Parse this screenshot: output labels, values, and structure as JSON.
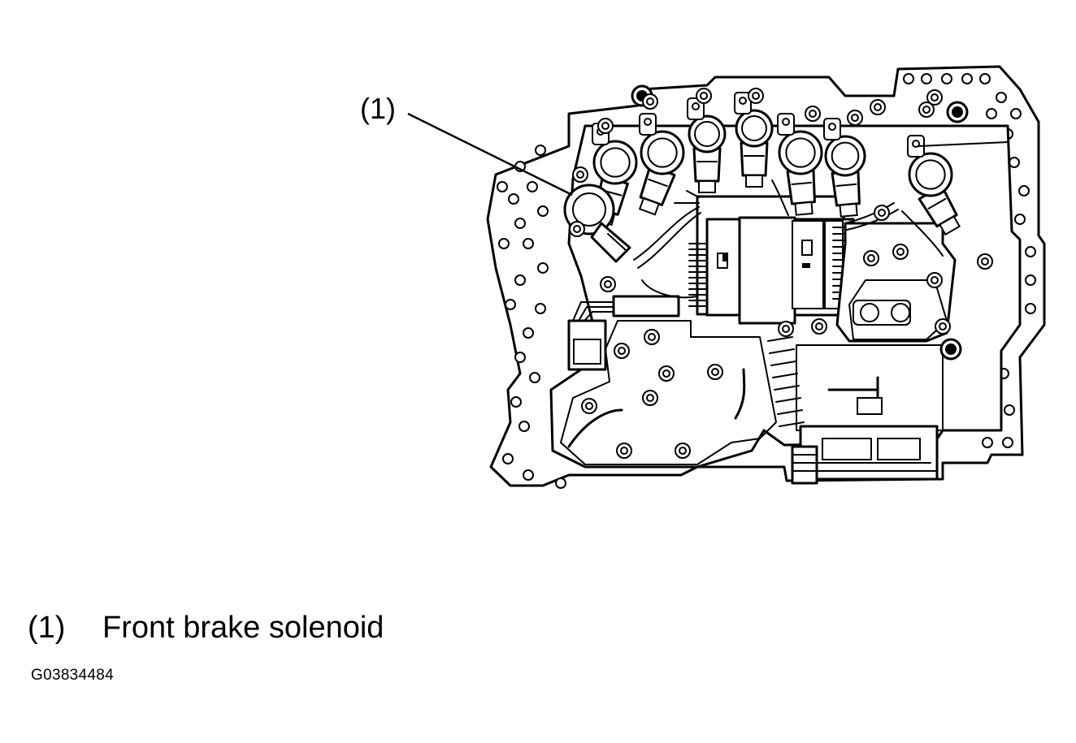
{
  "figure": {
    "callout_label": "(1)",
    "legend": [
      {
        "number": "(1)",
        "text": "Front brake solenoid"
      }
    ],
    "figure_id": "G03834484"
  },
  "icons": [
    "valve-body-illustration",
    "leader-line"
  ],
  "colors": {
    "line": "#000000",
    "background": "#ffffff"
  }
}
